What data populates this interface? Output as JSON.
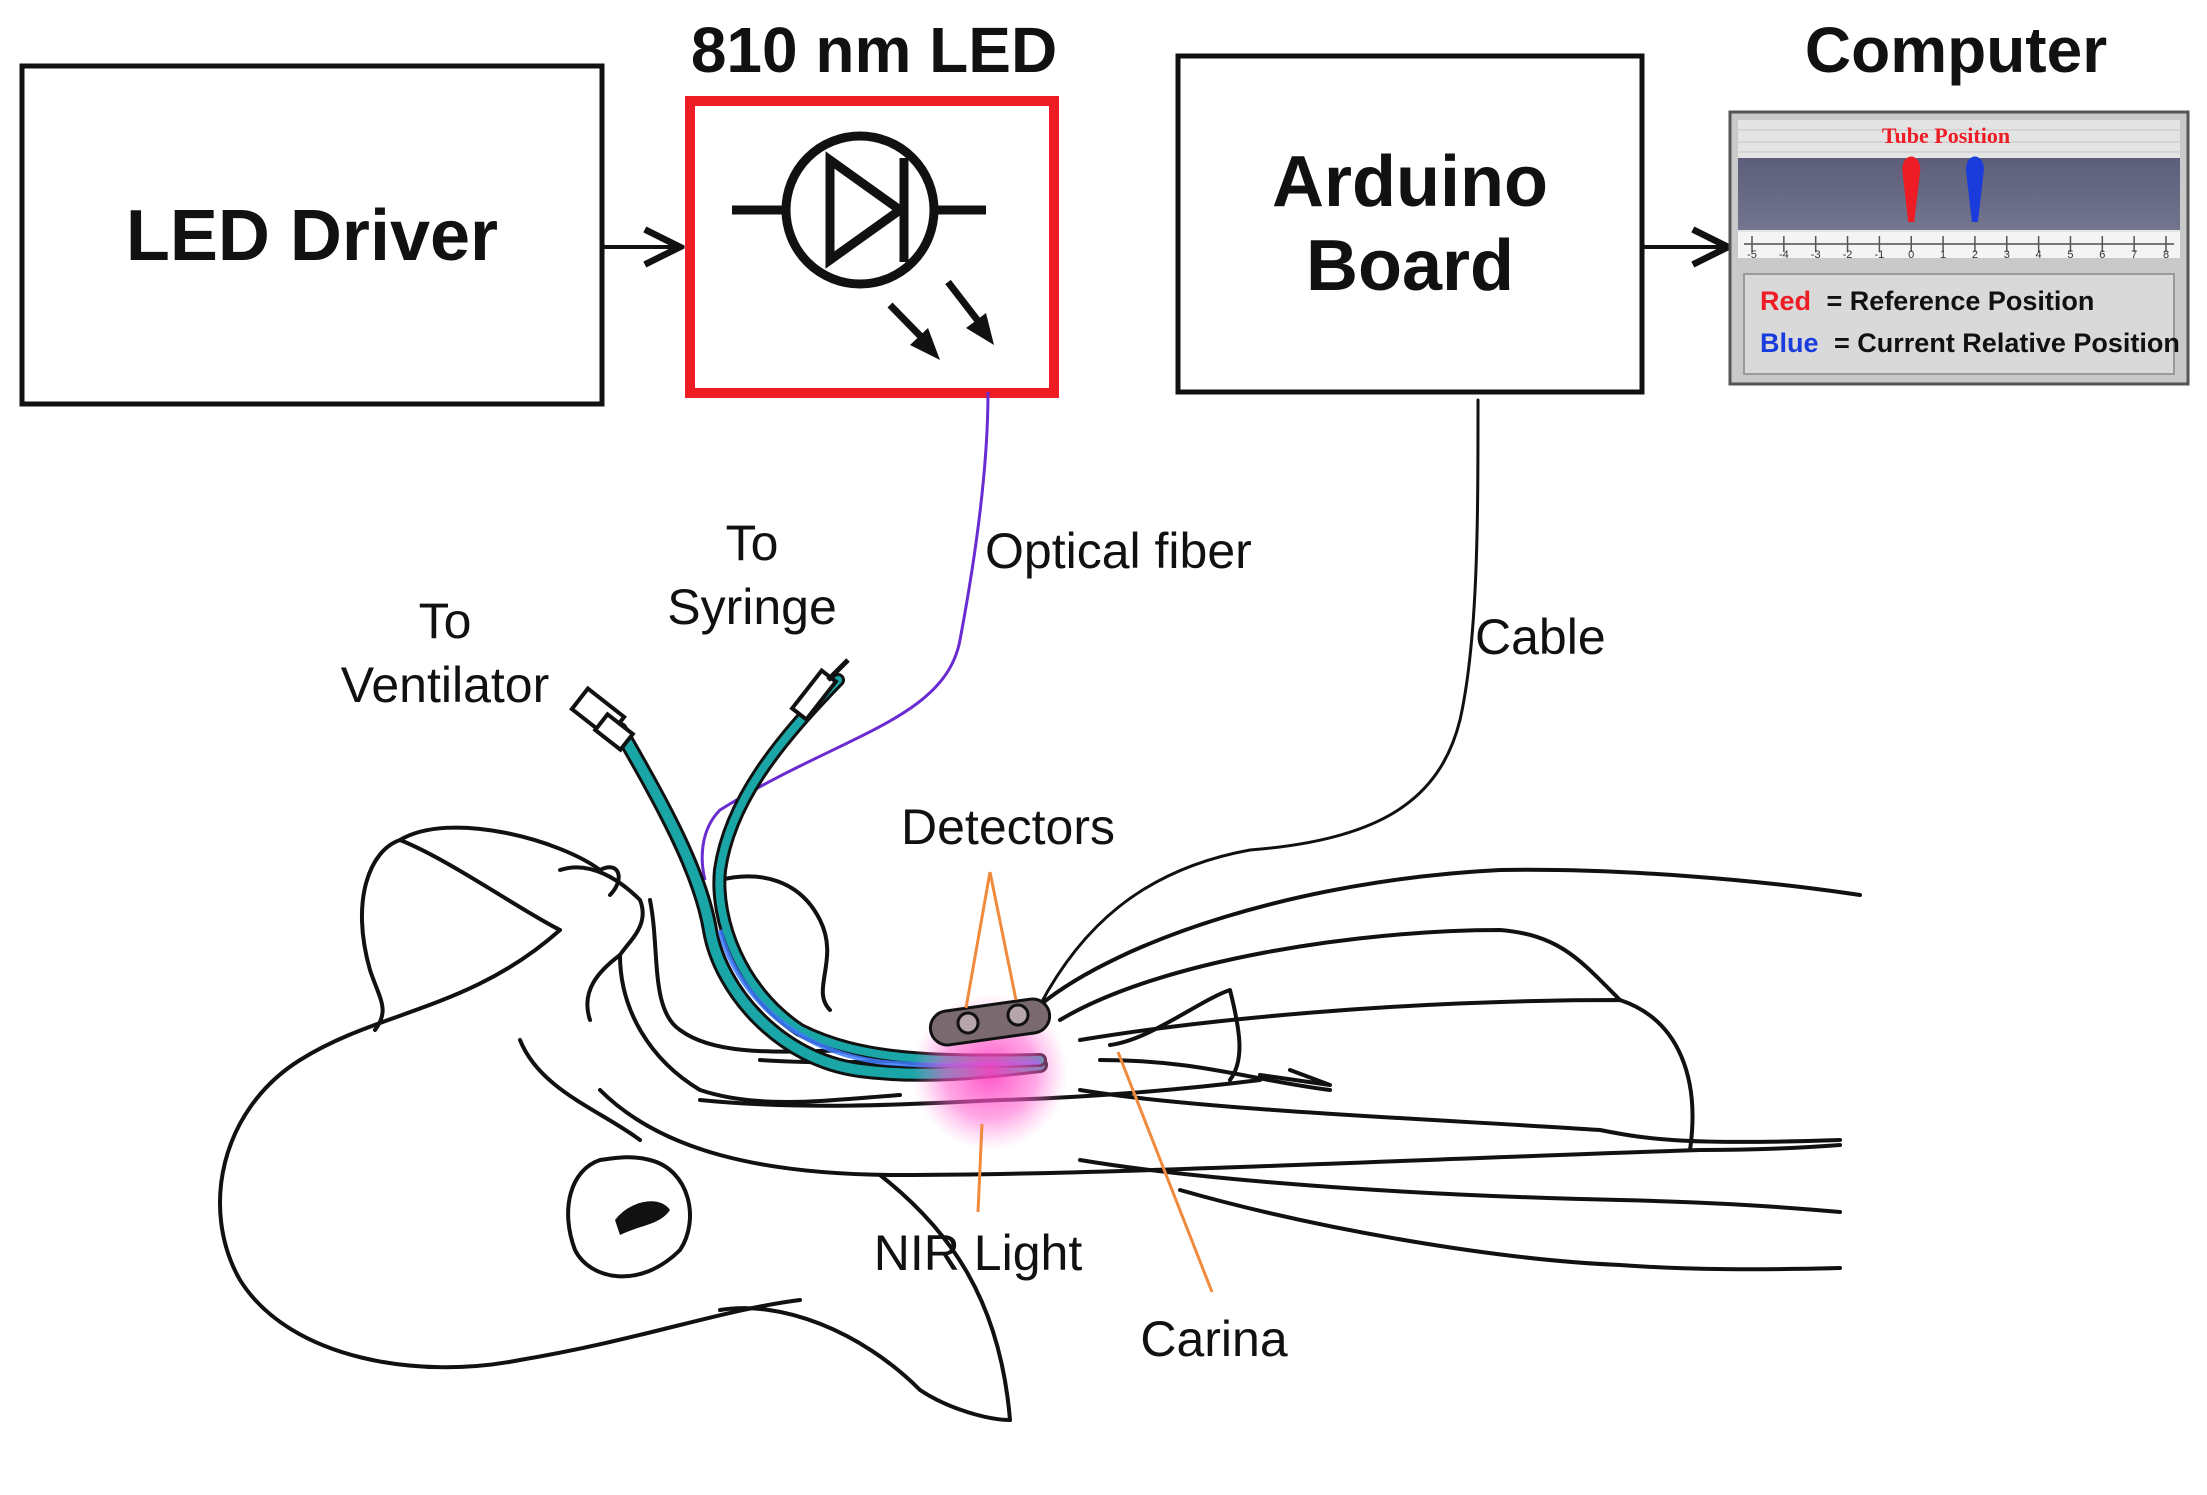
{
  "blocks": {
    "led_driver": "LED Driver",
    "led_title": "810 nm LED",
    "arduino_line1": "Arduino",
    "arduino_line2": "Board",
    "computer_title": "Computer"
  },
  "monitor": {
    "title": "Tube Position",
    "scale_ticks": [
      "-5",
      "-4",
      "-3",
      "-2",
      "-1",
      "0",
      "1",
      "2",
      "3",
      "4",
      "5",
      "6",
      "7",
      "8"
    ],
    "reference_value": 0,
    "current_value": 2,
    "legend_red_key": "Red",
    "legend_red_text": "= Reference Position",
    "legend_blue_key": "Blue",
    "legend_blue_text": "= Current Relative Position"
  },
  "labels": {
    "to_syringe_1": "To",
    "to_syringe_2": "Syringe",
    "to_ventilator_1": "To",
    "to_ventilator_2": "Ventilator",
    "optical_fiber": "Optical fiber",
    "cable": "Cable",
    "detectors": "Detectors",
    "nir_light": "NIR Light",
    "carina": "Carina"
  },
  "colors": {
    "led_border": "#ee1c25",
    "reference_marker": "#ee1c25",
    "current_marker": "#1a3cdd",
    "fiber": "#6a2bd0",
    "tube": "#1aa6a6",
    "nir_glow": "#ff3fc0",
    "leader_lines": "#f08a3c"
  }
}
